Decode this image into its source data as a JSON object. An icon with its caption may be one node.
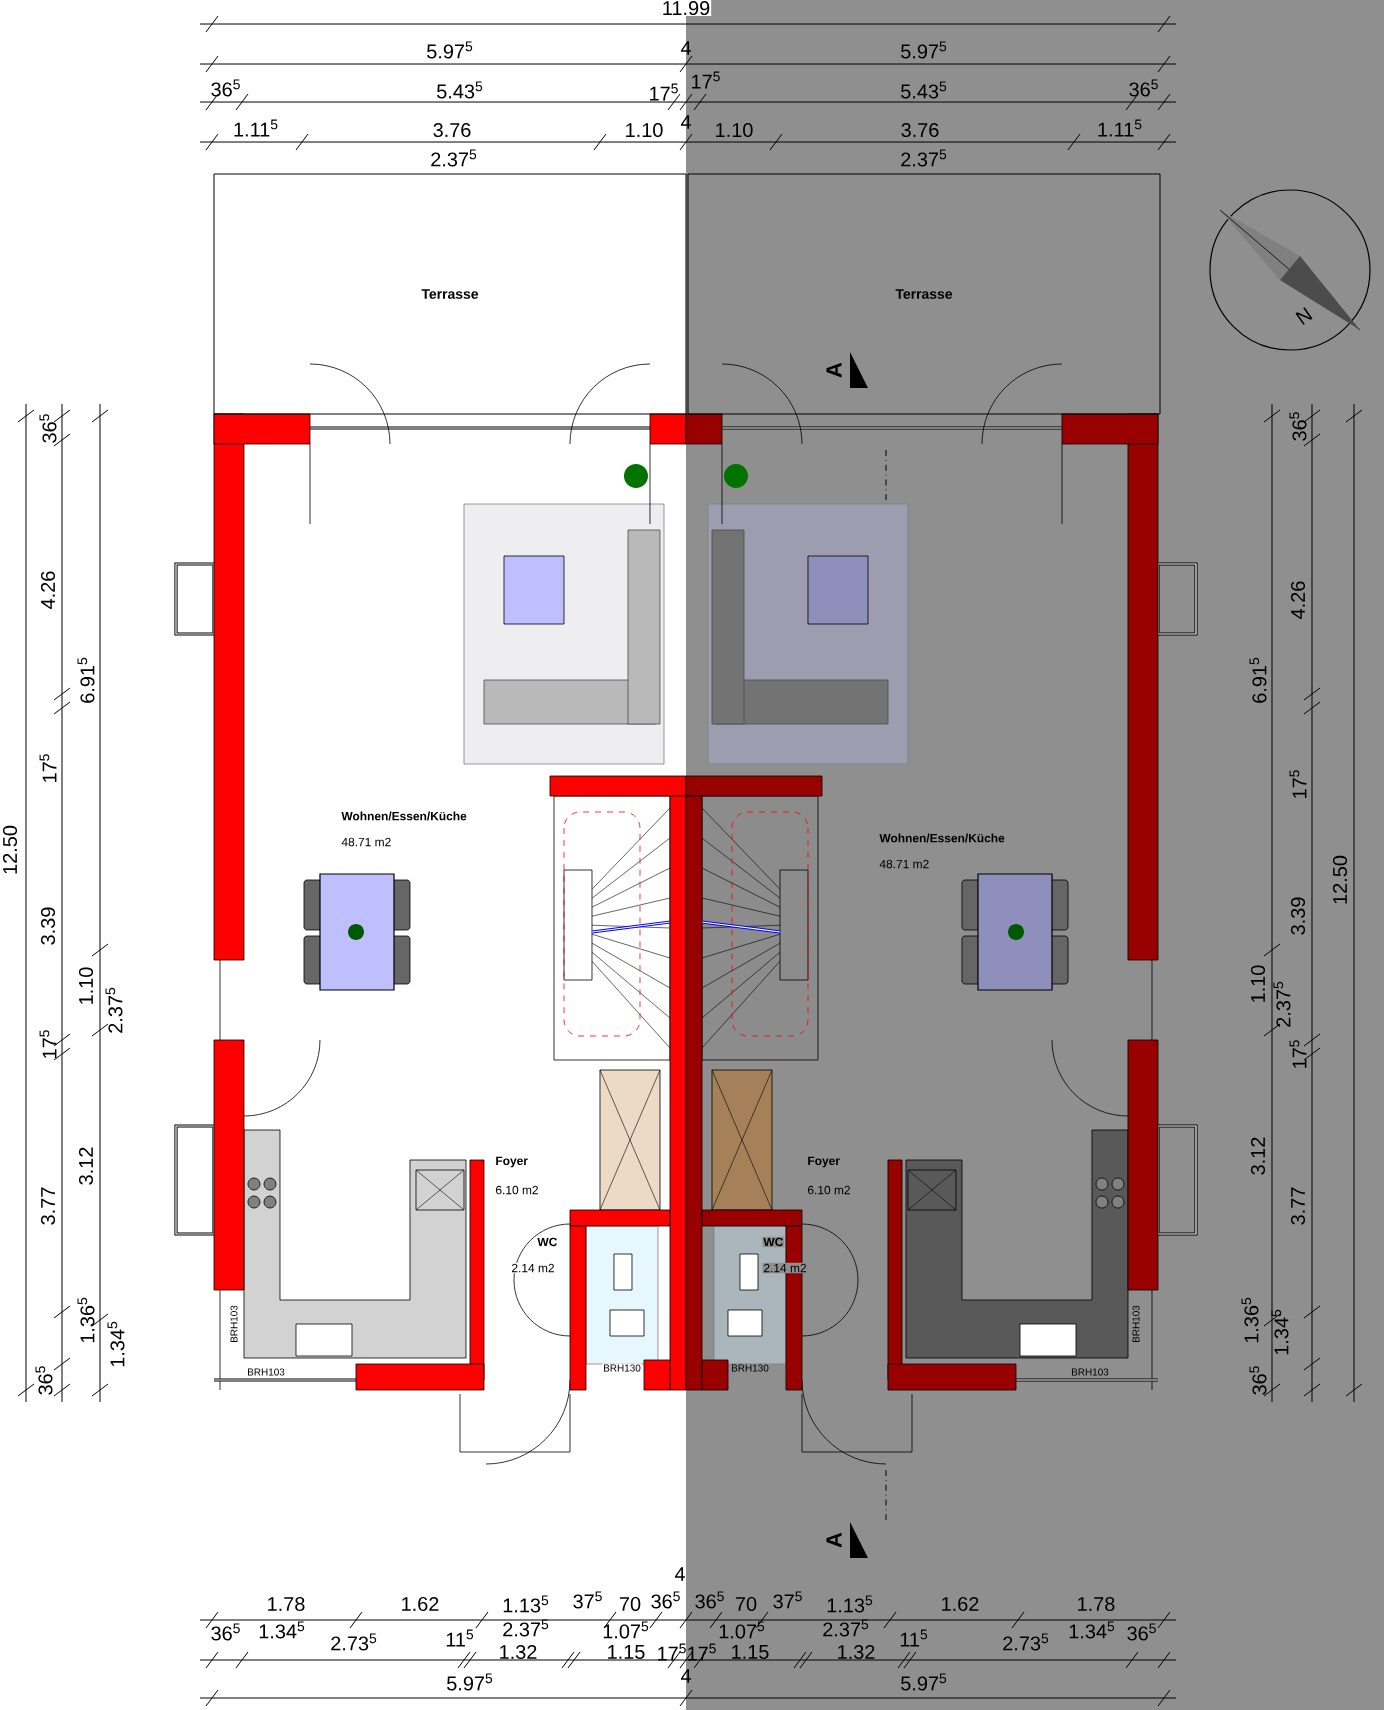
{
  "diagram": {
    "nodes": [
      {
        "text": [
          "Terrasse"
        ]
      },
      {
        "text": [
          "Terrasse"
        ]
      }
    ],
    "labels": [
      "11.99",
      "5.97$^{5}$",
      "4",
      "5.97$^{5}$",
      "36$^{5}$",
      "5.43$^{5}$",
      "17$^{5}$",
      "17$^{5}$",
      "5.43$^{5}$",
      "36$^{5}$",
      "1.11$^{5}$",
      "3.76",
      "1.10",
      "4",
      "1.10",
      "3.76",
      "1.11$^{5}$",
      "2.37$^{5}$",
      "2.37$^{5}$",
      "36$^{5}$",
      "4.26",
      "6.91$^{5}$",
      "17$^{5}$",
      "12.50",
      "3.39",
      "1.10",
      "2.37$^{5}$",
      "17$^{5}$",
      "3.12",
      "3.77",
      "1.36$^{5}$",
      "1.34$^{5}$",
      "36$^{5}$",
      "36$^{5}$",
      "4.26",
      "6.91$^{5}$",
      "17$^{5}$",
      "12.50",
      "3.39",
      "1.10",
      "2.37$^{5}$",
      "17$^{5}$",
      "3.12",
      "3.77",
      "1.36$^{5}$",
      "1.34$^{5}$",
      "36$^{5}$",
      "Wohnen/Essen/Küche",
      "48.71 m2",
      "Wohnen/Essen/Küche",
      "48.71 m2",
      "Foyer",
      "6.10 m2",
      "Foyer",
      "6.10 m2",
      "WC",
      "2.14 m2",
      "WC",
      "2.14 m2",
      "BRH103",
      "BRH103",
      "BRH130",
      "BRH130",
      "BRH103",
      "BRH103",
      "A",
      "A",
      "N",
      "1.78",
      "1.62",
      "1.13$^{5}$",
      "37$^{5}$",
      "70",
      "36$^{5}$",
      "4",
      "36$^{5}$",
      "70",
      "37$^{5}$",
      "1.13$^{5}$",
      "1.62",
      "1.78",
      "36$^{5}$",
      "1.34$^{5}$",
      "2.73$^{5}$",
      "11$^{5}$",
      "2.37$^{5}$",
      "1.07$^{5}$",
      "1.07$^{5}$",
      "2.37$^{5}$",
      "11$^{5}$",
      "2.73$^{5}$",
      "1.34$^{5}$",
      "36$^{5}$",
      "1.32",
      "1.15",
      "17$^{5}$",
      "17$^{5}$",
      "1.15",
      "1.32",
      "5.97$^{5}$",
      "4",
      "5.97$^{5}$"
    ]
  }
}
